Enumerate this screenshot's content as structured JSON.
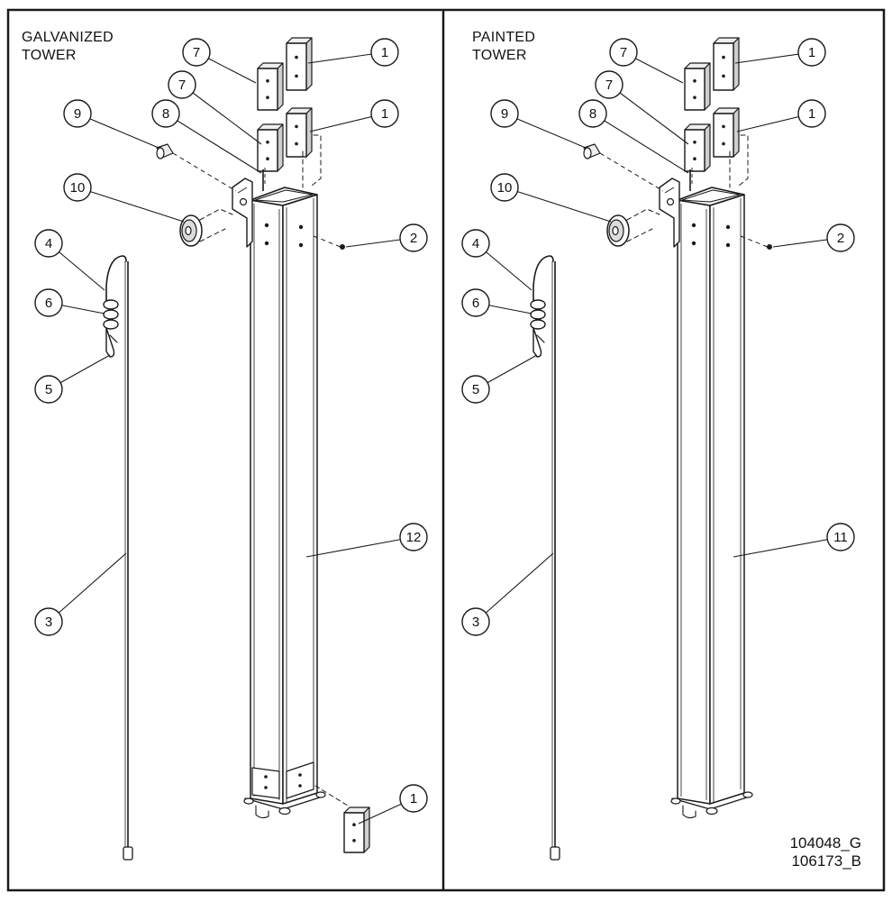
{
  "panels": [
    {
      "title_line1": "GALVANIZED",
      "title_line2": "TOWER",
      "callouts": {
        "pad_top_a": "1",
        "pad_top_b": "1",
        "bolt": "2",
        "cable": "3",
        "hook": "4",
        "clip": "5",
        "nut": "6",
        "plate_a": "7",
        "plate_b": "7",
        "pin": "8",
        "spacer": "9",
        "pulley": "10",
        "tower": "12",
        "pad_bottom": "1"
      }
    },
    {
      "title_line1": "PAINTED",
      "title_line2": "TOWER",
      "callouts": {
        "pad_top_a": "1",
        "pad_top_b": "1",
        "bolt": "2",
        "cable": "3",
        "hook": "4",
        "clip": "5",
        "nut": "6",
        "plate_a": "7",
        "plate_b": "7",
        "pin": "8",
        "spacer": "9",
        "pulley": "10",
        "tower": "11"
      }
    }
  ],
  "drawing_numbers": [
    "104048_G",
    "106173_B"
  ],
  "colors": {
    "line": "#1a1a1a",
    "part_fill": "#ffffff",
    "shade": "#d0d0d0",
    "border": "#1a1a1a"
  }
}
